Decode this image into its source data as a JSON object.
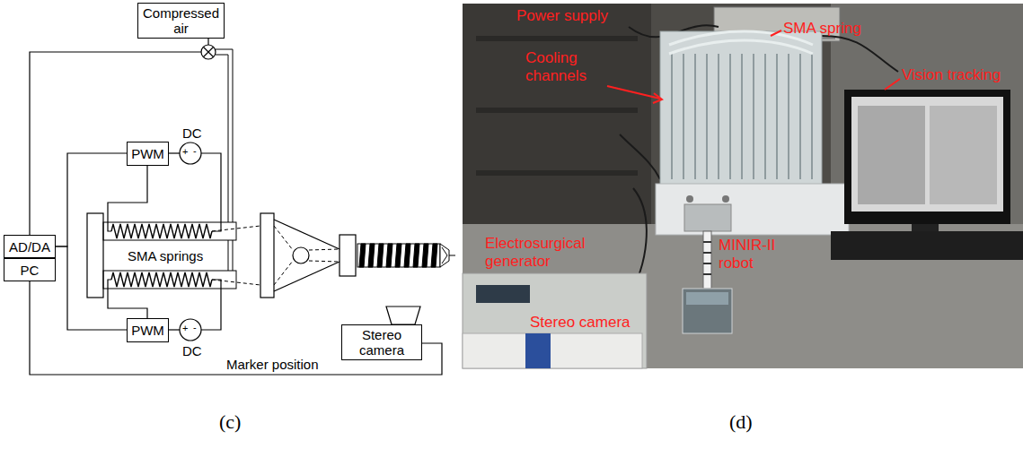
{
  "diagram": {
    "nodes": [
      {
        "text": [
          "Compressed air"
        ]
      },
      {
        "text": [
          "PWM"
        ]
      },
      {
        "text": [
          "AD/DA"
        ]
      },
      {
        "text": [
          "PC"
        ]
      },
      {
        "text": [
          "PWM"
        ]
      },
      {
        "text": [
          "Stereo camera"
        ]
      }
    ],
    "edges": [
      {
        "from": 2,
        "to": 0,
        "arrow": "none"
      },
      {
        "from": 2,
        "to": 1,
        "arrow": "none"
      },
      {
        "from": 2,
        "to": 4,
        "arrow": "none"
      },
      {
        "from": 3,
        "to": 5,
        "label": "Marker position",
        "arrow": "none"
      }
    ],
    "labels": [
      "DC",
      "+",
      "-",
      "SMA springs",
      "DC",
      "+",
      "-",
      "(c)",
      "Power supply",
      "SMA spring",
      "Cooling channels",
      "Vision tracking",
      "Electrosurgical generator",
      "MINIR-II robot",
      "Stereo camera",
      "(d)"
    ]
  }
}
